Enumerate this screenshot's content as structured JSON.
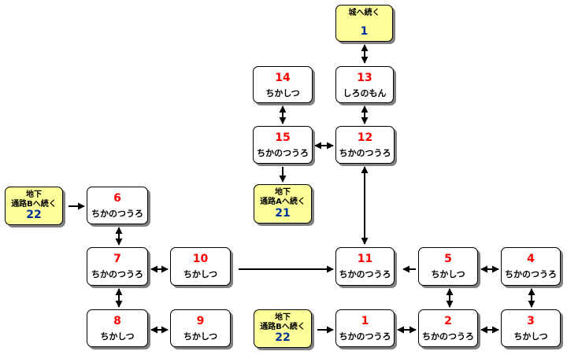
{
  "nodes": [
    {
      "id": "n1",
      "number": "1",
      "label": "ちかのつうろ"
    },
    {
      "id": "n2",
      "number": "2",
      "label": "ちかのつうろ"
    },
    {
      "id": "n3",
      "number": "3",
      "label": "ちかしつ"
    },
    {
      "id": "n4",
      "number": "4",
      "label": "ちかのつうろ"
    },
    {
      "id": "n5",
      "number": "5",
      "label": "ちかしつ"
    },
    {
      "id": "n6",
      "number": "6",
      "label": "ちかのつうろ"
    },
    {
      "id": "n7",
      "number": "7",
      "label": "ちかのつうろ"
    },
    {
      "id": "n8",
      "number": "8",
      "label": "ちかしつ"
    },
    {
      "id": "n9",
      "number": "9",
      "label": "ちかしつ"
    },
    {
      "id": "n10",
      "number": "10",
      "label": "ちかしつ"
    },
    {
      "id": "n11",
      "number": "11",
      "label": "ちかのつうろ"
    },
    {
      "id": "n12",
      "number": "12",
      "label": "ちかのつうろ"
    },
    {
      "id": "n13",
      "number": "13",
      "label": "しろのもん"
    },
    {
      "id": "n14",
      "number": "14",
      "label": "ちかしつ"
    },
    {
      "id": "n15",
      "number": "15",
      "label": "ちかのつうろ"
    }
  ],
  "links": [
    {
      "id": "castle",
      "text": "城へ続く",
      "number": "1"
    },
    {
      "id": "passageA",
      "text": "地下\n通路Aへ続く",
      "number": "21"
    },
    {
      "id": "passageB1",
      "text": "地下\n通路Bへ続く",
      "number": "22"
    },
    {
      "id": "passageB2",
      "text": "地下\n通路Bへ続く",
      "number": "22"
    }
  ],
  "edges": [
    {
      "from": "castle",
      "to": "n13",
      "direction": "both"
    },
    {
      "from": "n13",
      "to": "n12",
      "direction": "both"
    },
    {
      "from": "n14",
      "to": "n15",
      "direction": "both"
    },
    {
      "from": "n15",
      "to": "n12",
      "direction": "both"
    },
    {
      "from": "n15",
      "to": "passageA",
      "direction": "forward"
    },
    {
      "from": "n12",
      "to": "n11",
      "direction": "both"
    },
    {
      "from": "passageB1",
      "to": "n6",
      "direction": "forward"
    },
    {
      "from": "n6",
      "to": "n7",
      "direction": "both"
    },
    {
      "from": "n7",
      "to": "n10",
      "direction": "both"
    },
    {
      "from": "n10",
      "to": "n11",
      "direction": "forward"
    },
    {
      "from": "n5",
      "to": "n11",
      "direction": "forward"
    },
    {
      "from": "n5",
      "to": "n4",
      "direction": "both"
    },
    {
      "from": "n4",
      "to": "n3",
      "direction": "both"
    },
    {
      "from": "n5",
      "to": "n2",
      "direction": "both"
    },
    {
      "from": "n7",
      "to": "n8",
      "direction": "both"
    },
    {
      "from": "n8",
      "to": "n9",
      "direction": "both"
    },
    {
      "from": "passageB2",
      "to": "n1",
      "direction": "forward"
    },
    {
      "from": "n1",
      "to": "n2",
      "direction": "both"
    },
    {
      "from": "n2",
      "to": "n3",
      "direction": "both"
    }
  ]
}
